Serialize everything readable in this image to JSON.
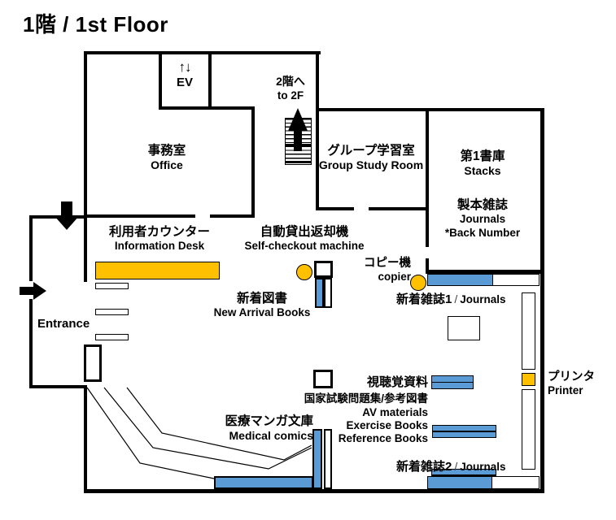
{
  "title": "1階 / 1st Floor",
  "colors": {
    "accent_gold": "#FFC000",
    "accent_blue": "#5B9BD5",
    "wall": "#000000"
  },
  "rooms": {
    "elevator": {
      "icon": "↑↓",
      "label": "EV"
    },
    "stairs": {
      "jp": "2階へ",
      "en": "to 2F"
    },
    "office": {
      "jp": "事務室",
      "en": "Office"
    },
    "group_study": {
      "jp": "グループ学習室",
      "en": "Group Study Room"
    },
    "stacks": {
      "jp": "第1書庫",
      "en": "Stacks"
    },
    "bound_journals": {
      "jp": "製本雑誌",
      "en": "Journals",
      "note": "*Back Number"
    }
  },
  "features": {
    "info_desk": {
      "jp": "利用者カウンター",
      "en": "Information Desk"
    },
    "self_checkout": {
      "jp": "自動貸出返却機",
      "en": "Self-checkout machine"
    },
    "new_books": {
      "jp": "新着図書",
      "en": "New Arrival Books"
    },
    "copier": {
      "jp": "コピー機",
      "en": "copier"
    },
    "journals1": {
      "jp": "新着雑誌1",
      "sep": "/",
      "en": "Journals"
    },
    "entrance": {
      "en": "Entrance"
    },
    "av_area": {
      "jp1": "視聴覚資料",
      "jp2": "国家試験問題集/参考図書",
      "en1": "AV materials",
      "en2": "Exercise Books",
      "en3": "Reference Books"
    },
    "medical_comics": {
      "jp": "医療マンガ文庫",
      "en": "Medical comics"
    },
    "printer": {
      "jp": "プリンタ",
      "en": "Printer"
    },
    "journals2": {
      "jp": "新着雑誌2",
      "sep": "/",
      "en": "Journals"
    }
  }
}
